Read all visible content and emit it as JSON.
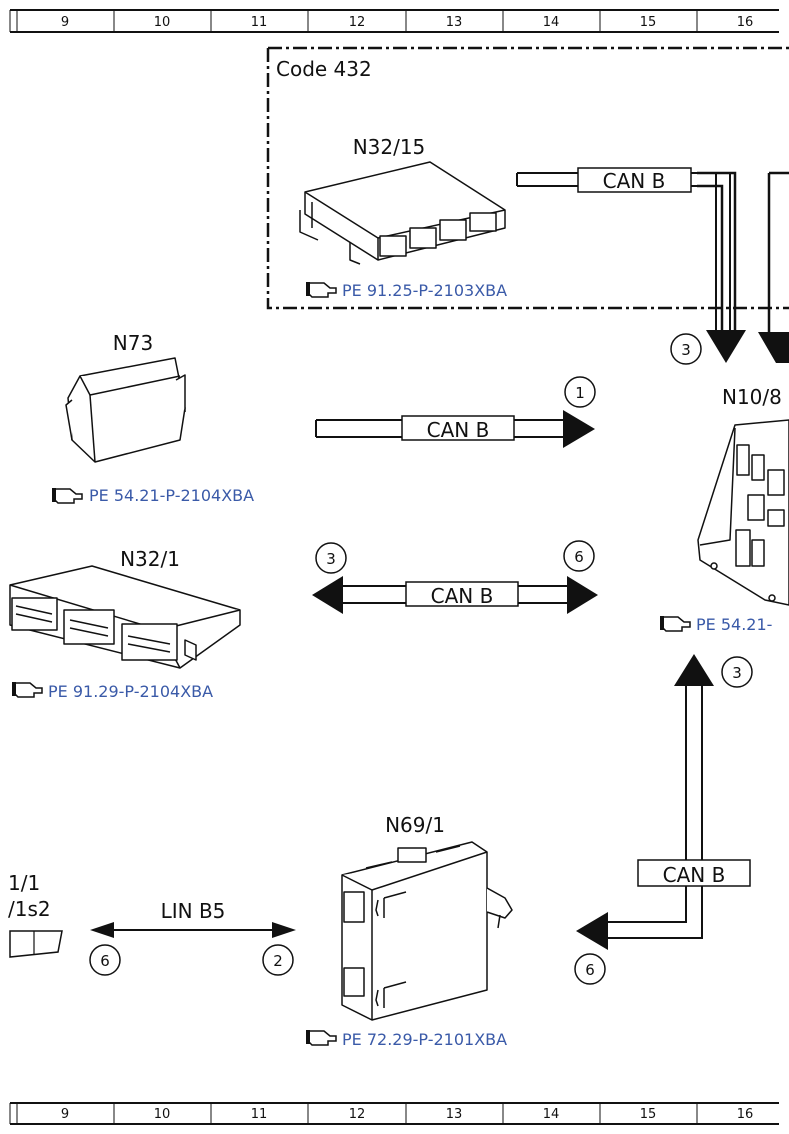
{
  "ruler": {
    "top": [
      "9",
      "10",
      "11",
      "12",
      "13",
      "14",
      "15",
      "16"
    ],
    "bottom": [
      "9",
      "10",
      "11",
      "12",
      "13",
      "14",
      "15",
      "16"
    ]
  },
  "code_box": {
    "label": "Code 432"
  },
  "components": {
    "n32_15": {
      "name": "N32/15",
      "ref": "PE 91.25-P-2103XBA"
    },
    "n73": {
      "name": "N73",
      "ref": "PE 54.21-P-2104XBA"
    },
    "n32_1": {
      "name": "N32/1",
      "ref": "PE 91.29-P-2104XBA"
    },
    "n10": {
      "name": "N10/8",
      "ref": "PE 54.21-"
    },
    "n69_1": {
      "name": "N69/1",
      "ref": "PE 72.29-P-2101XBA"
    },
    "left_partial": {
      "line1": "1/1",
      "line2": "/1s2"
    }
  },
  "buses": {
    "can_top": "CAN B",
    "can_n73": "CAN B",
    "can_n32_1": "CAN B",
    "can_vertical": "CAN B",
    "lin": "LIN B5"
  },
  "circle_numbers": {
    "top_right": "3",
    "n73_arrow": "1",
    "n32_1_left": "3",
    "n32_1_right": "6",
    "vertical_up": "3",
    "vertical_bottom": "6",
    "lin_left": "6",
    "lin_right": "2"
  }
}
